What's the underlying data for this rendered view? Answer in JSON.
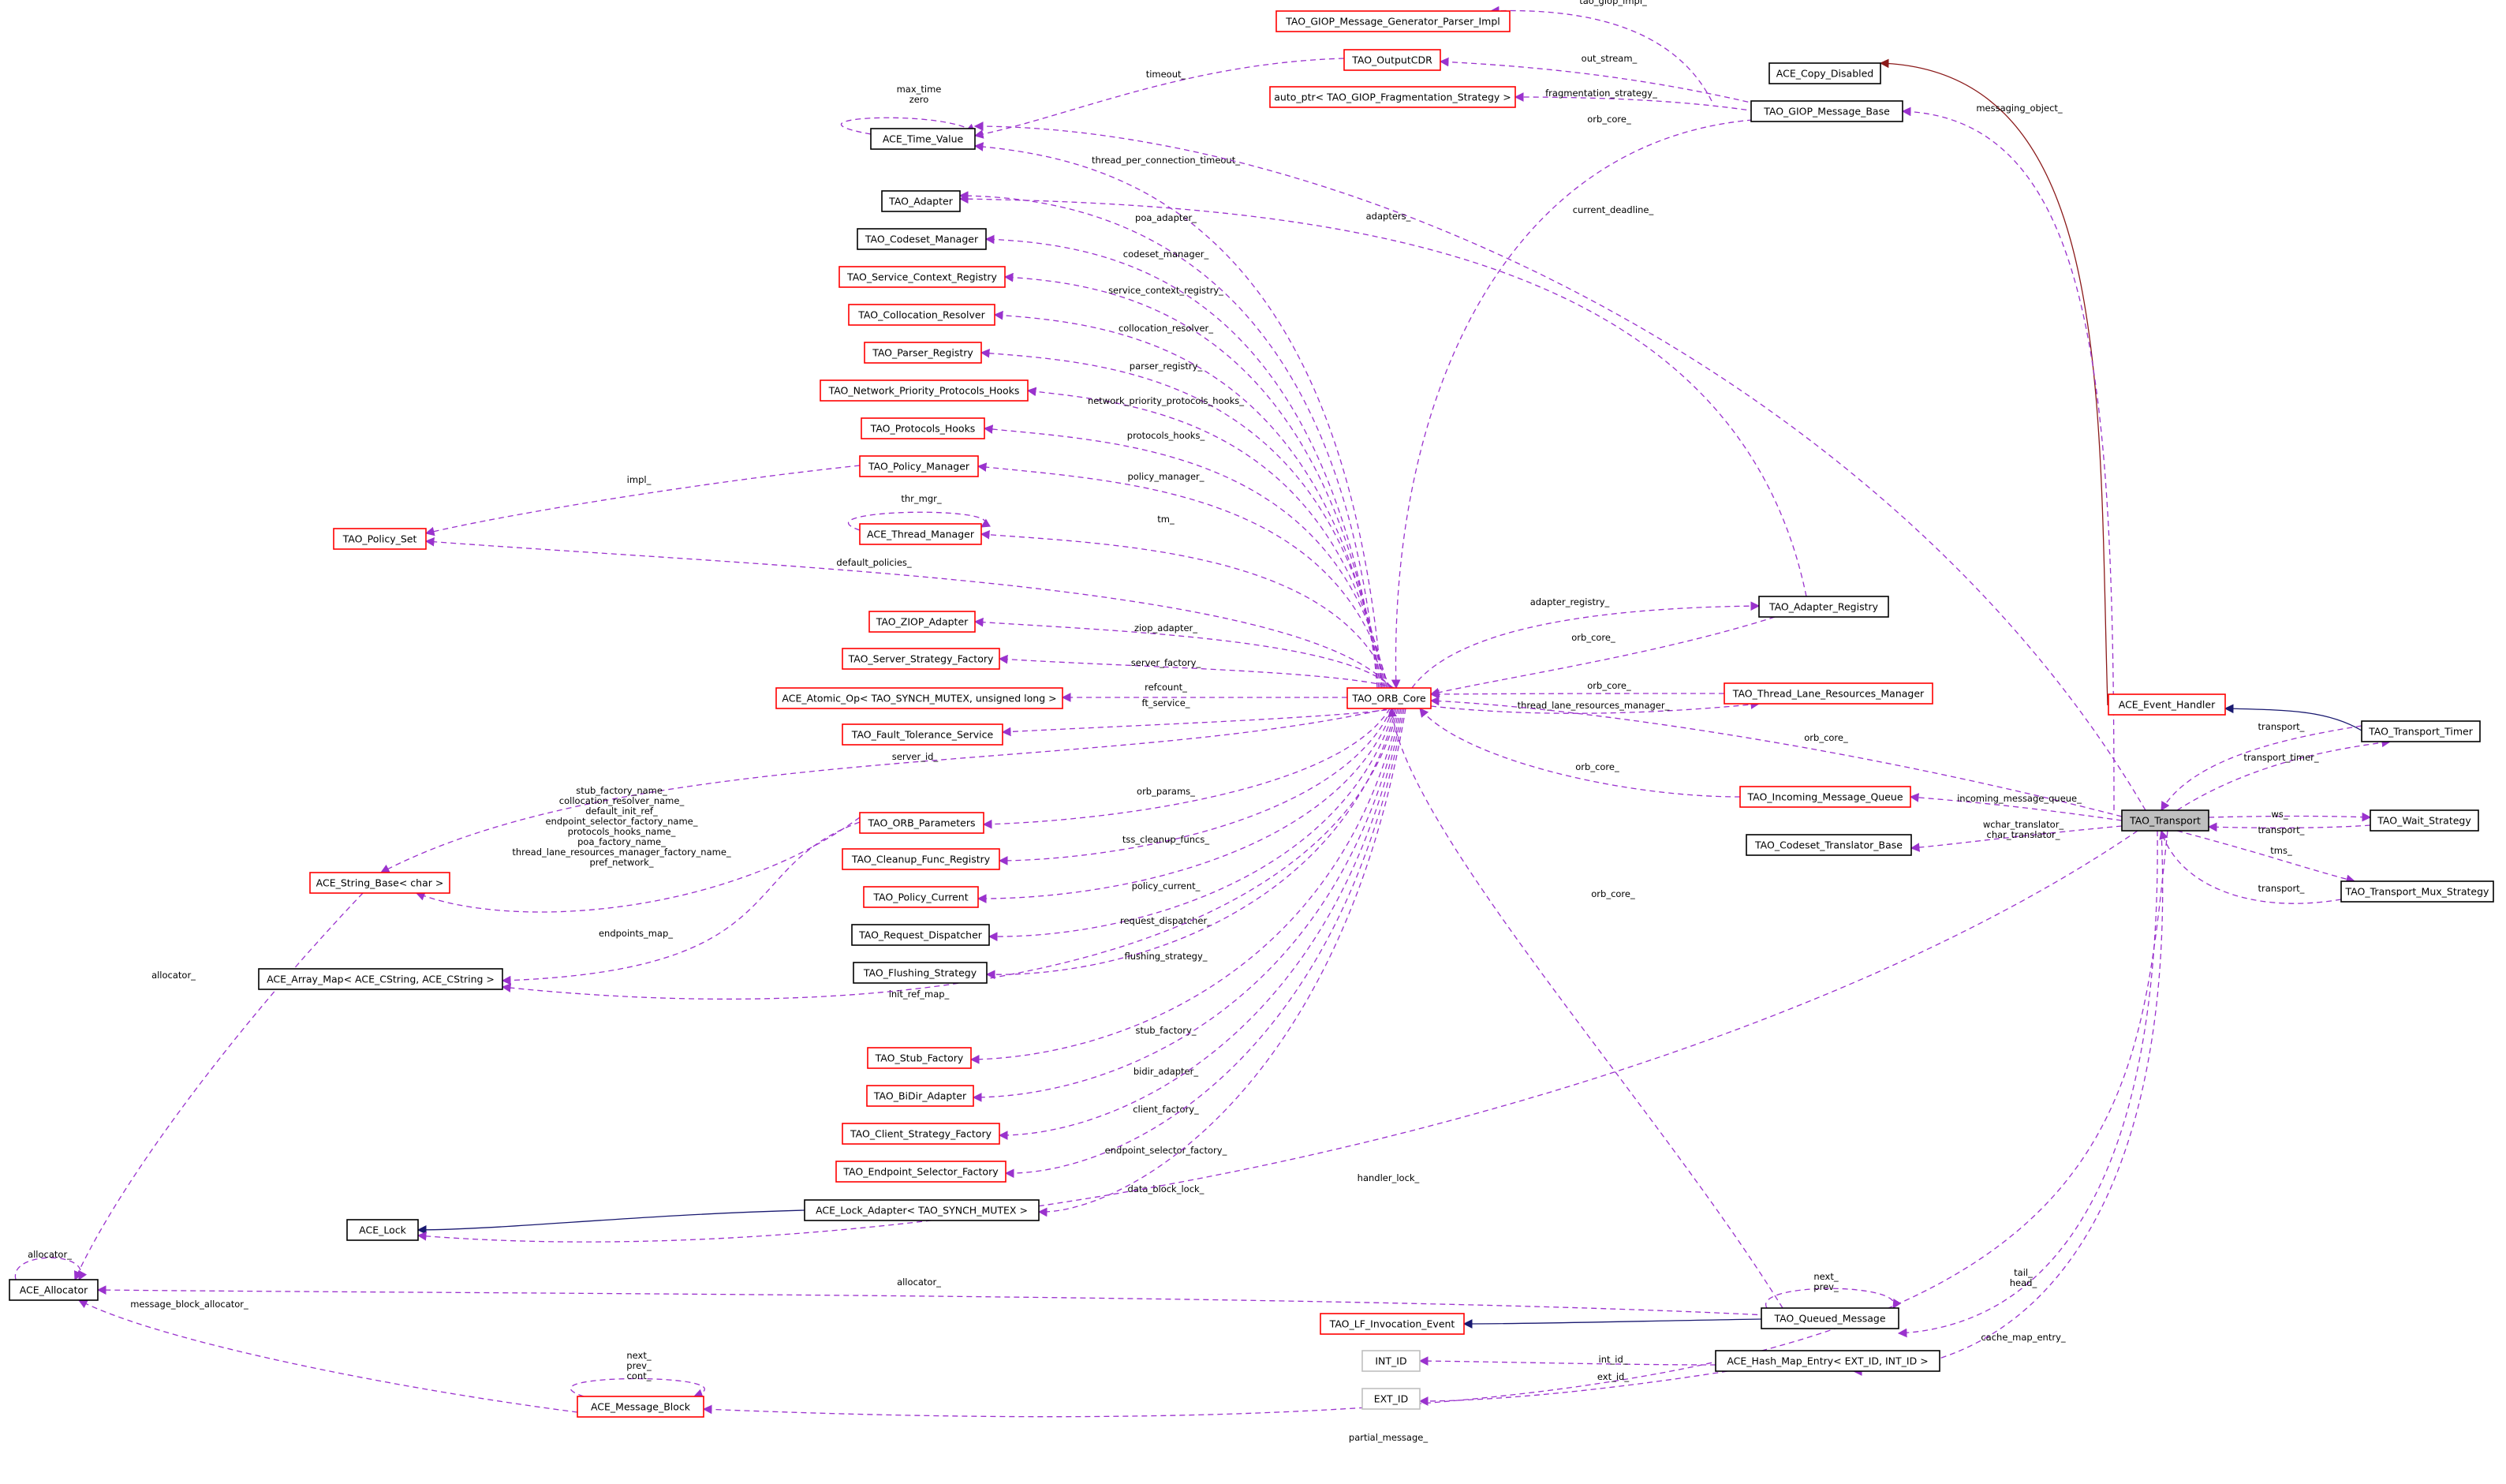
{
  "diagram": {
    "colors": {
      "border_normal": "#000000",
      "border_red": "#ff0000",
      "border_gray": "#bfbfbf",
      "highlight_fill": "#bfbfbf",
      "usage_edge": "#9a32cd",
      "inherit_edge": "#191970",
      "inherit_edge_red": "#8b1a1a"
    },
    "nodes": [
      {
        "id": "n_copy_disabled",
        "label": "ACE_Copy_Disabled",
        "border": "black"
      },
      {
        "id": "n_gen_parser",
        "label": "TAO_GIOP_Message_Generator_Parser_Impl",
        "border": "red"
      },
      {
        "id": "n_outputcdr",
        "label": "TAO_OutputCDR",
        "border": "red"
      },
      {
        "id": "n_auto_ptr",
        "label": "auto_ptr< TAO_GIOP_Fragmentation_Strategy >",
        "border": "red"
      },
      {
        "id": "n_msg_base",
        "label": "TAO_GIOP_Message_Base",
        "border": "black"
      },
      {
        "id": "n_time_value",
        "label": "ACE_Time_Value",
        "border": "black"
      },
      {
        "id": "n_adapter",
        "label": "TAO_Adapter",
        "border": "black"
      },
      {
        "id": "n_codeset_mgr",
        "label": "TAO_Codeset_Manager",
        "border": "black"
      },
      {
        "id": "n_svc_ctx",
        "label": "TAO_Service_Context_Registry",
        "border": "red"
      },
      {
        "id": "n_coll_res",
        "label": "TAO_Collocation_Resolver",
        "border": "red"
      },
      {
        "id": "n_parser_reg",
        "label": "TAO_Parser_Registry",
        "border": "red"
      },
      {
        "id": "n_net_prio",
        "label": "TAO_Network_Priority_Protocols_Hooks",
        "border": "red"
      },
      {
        "id": "n_proto_hooks",
        "label": "TAO_Protocols_Hooks",
        "border": "red"
      },
      {
        "id": "n_policy_mgr",
        "label": "TAO_Policy_Manager",
        "border": "red"
      },
      {
        "id": "n_policy_set",
        "label": "TAO_Policy_Set",
        "border": "red"
      },
      {
        "id": "n_thread_mgr",
        "label": "ACE_Thread_Manager",
        "border": "red"
      },
      {
        "id": "n_ziop",
        "label": "TAO_ZIOP_Adapter",
        "border": "red"
      },
      {
        "id": "n_srv_strat",
        "label": "TAO_Server_Strategy_Factory",
        "border": "red"
      },
      {
        "id": "n_atomic",
        "label": "ACE_Atomic_Op< TAO_SYNCH_MUTEX, unsigned long >",
        "border": "red"
      },
      {
        "id": "n_ft_svc",
        "label": "TAO_Fault_Tolerance_Service",
        "border": "red"
      },
      {
        "id": "n_orb_core",
        "label": "TAO_ORB_Core",
        "border": "red"
      },
      {
        "id": "n_adapter_reg",
        "label": "TAO_Adapter_Registry",
        "border": "black"
      },
      {
        "id": "n_thread_lane",
        "label": "TAO_Thread_Lane_Resources_Manager",
        "border": "red"
      },
      {
        "id": "n_event_handler",
        "label": "ACE_Event_Handler",
        "border": "red"
      },
      {
        "id": "n_transport_timer",
        "label": "TAO_Transport_Timer",
        "border": "black"
      },
      {
        "id": "n_incoming_q",
        "label": "TAO_Incoming_Message_Queue",
        "border": "red"
      },
      {
        "id": "n_transport",
        "label": "TAO_Transport",
        "border": "black",
        "highlight": true
      },
      {
        "id": "n_wait_strat",
        "label": "TAO_Wait_Strategy",
        "border": "black"
      },
      {
        "id": "n_codeset_trans",
        "label": "TAO_Codeset_Translator_Base",
        "border": "black"
      },
      {
        "id": "n_mux_strat",
        "label": "TAO_Transport_Mux_Strategy",
        "border": "black"
      },
      {
        "id": "n_string_base",
        "label": "ACE_String_Base< char >",
        "border": "red"
      },
      {
        "id": "n_orb_params",
        "label": "TAO_ORB_Parameters",
        "border": "red"
      },
      {
        "id": "n_cleanup",
        "label": "TAO_Cleanup_Func_Registry",
        "border": "red"
      },
      {
        "id": "n_policy_cur",
        "label": "TAO_Policy_Current",
        "border": "red"
      },
      {
        "id": "n_req_disp",
        "label": "TAO_Request_Dispatcher",
        "border": "black"
      },
      {
        "id": "n_array_map",
        "label": "ACE_Array_Map< ACE_CString, ACE_CString >",
        "border": "black"
      },
      {
        "id": "n_flush",
        "label": "TAO_Flushing_Strategy",
        "border": "black"
      },
      {
        "id": "n_stub_fac",
        "label": "TAO_Stub_Factory",
        "border": "red"
      },
      {
        "id": "n_bidir",
        "label": "TAO_BiDir_Adapter",
        "border": "red"
      },
      {
        "id": "n_client_strat",
        "label": "TAO_Client_Strategy_Factory",
        "border": "red"
      },
      {
        "id": "n_endpoint_sel",
        "label": "TAO_Endpoint_Selector_Factory",
        "border": "red"
      },
      {
        "id": "n_lock_adapter",
        "label": "ACE_Lock_Adapter< TAO_SYNCH_MUTEX >",
        "border": "black"
      },
      {
        "id": "n_lock",
        "label": "ACE_Lock",
        "border": "black"
      },
      {
        "id": "n_allocator",
        "label": "ACE_Allocator",
        "border": "black"
      },
      {
        "id": "n_queued_msg",
        "label": "TAO_Queued_Message",
        "border": "black"
      },
      {
        "id": "n_lf_event",
        "label": "TAO_LF_Invocation_Event",
        "border": "red"
      },
      {
        "id": "n_int_id",
        "label": "INT_ID",
        "border": "gray"
      },
      {
        "id": "n_hash_entry",
        "label": "ACE_Hash_Map_Entry< EXT_ID, INT_ID >",
        "border": "black"
      },
      {
        "id": "n_ext_id",
        "label": "EXT_ID",
        "border": "gray"
      },
      {
        "id": "n_msg_block",
        "label": "ACE_Message_Block",
        "border": "red"
      }
    ],
    "edges": [
      {
        "id": "e_tao_giop",
        "from": "n_msg_base",
        "to": "n_gen_parser",
        "kind": "usage",
        "label": "tao_giop_impl_"
      },
      {
        "id": "e_out_stream",
        "from": "n_msg_base",
        "to": "n_outputcdr",
        "kind": "usage",
        "label": "out_stream_"
      },
      {
        "id": "e_frag",
        "from": "n_msg_base",
        "to": "n_auto_ptr",
        "kind": "usage",
        "label": "fragmentation_strategy_"
      },
      {
        "id": "e_msgbase_orbcore",
        "from": "n_msg_base",
        "to": "n_orb_core",
        "kind": "usage",
        "label": "orb_core_"
      },
      {
        "id": "e_timeout",
        "from": "n_outputcdr",
        "to": "n_time_value",
        "kind": "usage",
        "label": "timeout_"
      },
      {
        "id": "e_maxtime",
        "from": "n_time_value",
        "to": "n_time_value",
        "kind": "usage",
        "label": "max_time\nzero"
      },
      {
        "id": "e_thread_per_conn",
        "from": "n_orb_core",
        "to": "n_time_value",
        "kind": "usage",
        "label": "thread_per_connection_timeout_"
      },
      {
        "id": "e_current_deadline",
        "from": "n_transport",
        "to": "n_time_value",
        "kind": "usage",
        "label": "current_deadline_"
      },
      {
        "id": "e_poa",
        "from": "n_orb_core",
        "to": "n_adapter",
        "kind": "usage",
        "label": "poa_adapter_"
      },
      {
        "id": "e_adapters",
        "from": "n_adapter_reg",
        "to": "n_adapter",
        "kind": "usage",
        "label": "adapters_"
      },
      {
        "id": "e_codeset",
        "from": "n_orb_core",
        "to": "n_codeset_mgr",
        "kind": "usage",
        "label": "codeset_manager_"
      },
      {
        "id": "e_svc_ctx",
        "from": "n_orb_core",
        "to": "n_svc_ctx",
        "kind": "usage",
        "label": "service_context_registry_"
      },
      {
        "id": "e_coll_res",
        "from": "n_orb_core",
        "to": "n_coll_res",
        "kind": "usage",
        "label": "collocation_resolver_"
      },
      {
        "id": "e_parser",
        "from": "n_orb_core",
        "to": "n_parser_reg",
        "kind": "usage",
        "label": "parser_registry_"
      },
      {
        "id": "e_net_prio",
        "from": "n_orb_core",
        "to": "n_net_prio",
        "kind": "usage",
        "label": "network_priority_protocols_hooks_"
      },
      {
        "id": "e_proto_hooks",
        "from": "n_orb_core",
        "to": "n_proto_hooks",
        "kind": "usage",
        "label": "protocols_hooks_"
      },
      {
        "id": "e_policy_mgr",
        "from": "n_orb_core",
        "to": "n_policy_mgr",
        "kind": "usage",
        "label": "policy_manager_"
      },
      {
        "id": "e_impl",
        "from": "n_policy_mgr",
        "to": "n_policy_set",
        "kind": "usage",
        "label": "impl_"
      },
      {
        "id": "e_thr_mgr",
        "from": "n_thread_mgr",
        "to": "n_thread_mgr",
        "kind": "usage",
        "label": "thr_mgr_"
      },
      {
        "id": "e_tm",
        "from": "n_orb_core",
        "to": "n_thread_mgr",
        "kind": "usage",
        "label": "tm_"
      },
      {
        "id": "e_default_policies",
        "from": "n_orb_core",
        "to": "n_policy_set",
        "kind": "usage",
        "label": "default_policies_"
      },
      {
        "id": "e_adapter_registry",
        "from": "n_orb_core",
        "to": "n_adapter_reg",
        "kind": "usage",
        "label": "adapter_registry_"
      },
      {
        "id": "e_adreg_orbcore",
        "from": "n_adapter_reg",
        "to": "n_orb_core",
        "kind": "usage",
        "label": "orb_core_"
      },
      {
        "id": "e_ziop",
        "from": "n_orb_core",
        "to": "n_ziop",
        "kind": "usage",
        "label": "ziop_adapter_"
      },
      {
        "id": "e_server_factory",
        "from": "n_orb_core",
        "to": "n_srv_strat",
        "kind": "usage",
        "label": "server_factory_"
      },
      {
        "id": "e_refcount",
        "from": "n_orb_core",
        "to": "n_atomic",
        "kind": "usage",
        "label": "refcount_"
      },
      {
        "id": "e_thread_lane_mgr",
        "from": "n_orb_core",
        "to": "n_thread_lane",
        "kind": "usage",
        "label": "thread_lane_resources_manager_"
      },
      {
        "id": "e_lane_orbcore",
        "from": "n_thread_lane",
        "to": "n_orb_core",
        "kind": "usage",
        "label": "orb_core_"
      },
      {
        "id": "e_ft",
        "from": "n_orb_core",
        "to": "n_ft_svc",
        "kind": "usage",
        "label": "ft_service_"
      },
      {
        "id": "e_server_id",
        "from": "n_orb_core",
        "to": "n_string_base",
        "kind": "usage",
        "label": "server_id_"
      },
      {
        "id": "e_orb_params",
        "from": "n_orb_core",
        "to": "n_orb_params",
        "kind": "usage",
        "label": "orb_params_"
      },
      {
        "id": "e_params_names",
        "from": "n_orb_params",
        "to": "n_string_base",
        "kind": "usage",
        "label": "stub_factory_name_\ncollocation_resolver_name_\ndefault_init_ref_\nendpoint_selector_factory_name_\nprotocols_hooks_name_\npoa_factory_name_\nthread_lane_resources_manager_factory_name_\npref_network_"
      },
      {
        "id": "e_endpoints_map",
        "from": "n_orb_params",
        "to": "n_array_map",
        "kind": "usage",
        "label": "endpoints_map_"
      },
      {
        "id": "e_tss",
        "from": "n_orb_core",
        "to": "n_cleanup",
        "kind": "usage",
        "label": "tss_cleanup_funcs_"
      },
      {
        "id": "e_policy_cur",
        "from": "n_orb_core",
        "to": "n_policy_cur",
        "kind": "usage",
        "label": "policy_current_"
      },
      {
        "id": "e_req_disp",
        "from": "n_orb_core",
        "to": "n_req_disp",
        "kind": "usage",
        "label": "request_dispatcher_"
      },
      {
        "id": "e_flush",
        "from": "n_orb_core",
        "to": "n_flush",
        "kind": "usage",
        "label": "flushing_strategy_"
      },
      {
        "id": "e_init_ref",
        "from": "n_orb_core",
        "to": "n_array_map",
        "kind": "usage",
        "label": "init_ref_map_"
      },
      {
        "id": "e_stub",
        "from": "n_orb_core",
        "to": "n_stub_fac",
        "kind": "usage",
        "label": "stub_factory_"
      },
      {
        "id": "e_bidir",
        "from": "n_orb_core",
        "to": "n_bidir",
        "kind": "usage",
        "label": "bidir_adapter_"
      },
      {
        "id": "e_client",
        "from": "n_orb_core",
        "to": "n_client_strat",
        "kind": "usage",
        "label": "client_factory_"
      },
      {
        "id": "e_endpoint_sel",
        "from": "n_orb_core",
        "to": "n_endpoint_sel",
        "kind": "usage",
        "label": "endpoint_selector_factory_"
      },
      {
        "id": "e_data_block_lock",
        "from": "n_orb_core",
        "to": "n_lock_adapter",
        "kind": "usage",
        "label": "data_block_lock_"
      },
      {
        "id": "e_lock_inherit",
        "from": "n_lock_adapter",
        "to": "n_lock",
        "kind": "inherit",
        "label": ""
      },
      {
        "id": "e_handler_lock",
        "from": "n_transport",
        "to": "n_lock",
        "kind": "usage",
        "label": "handler_lock_"
      },
      {
        "id": "e_alloc_self",
        "from": "n_allocator",
        "to": "n_allocator",
        "kind": "usage",
        "label": "allocator_"
      },
      {
        "id": "e_string_alloc",
        "from": "n_string_base",
        "to": "n_allocator",
        "kind": "usage",
        "label": "allocator_"
      },
      {
        "id": "e_qmsg_alloc",
        "from": "n_queued_msg",
        "to": "n_allocator",
        "kind": "usage",
        "label": "allocator_"
      },
      {
        "id": "e_mb_alloc",
        "from": "n_msg_block",
        "to": "n_allocator",
        "kind": "usage",
        "label": "message_block_allocator_"
      },
      {
        "id": "e_mb_self",
        "from": "n_msg_block",
        "to": "n_msg_block",
        "kind": "usage",
        "label": "next_\nprev_\ncont_"
      },
      {
        "id": "e_partial",
        "from": "n_transport",
        "to": "n_msg_block",
        "kind": "usage",
        "label": "partial_message_"
      },
      {
        "id": "e_copy_inherit",
        "from": "n_event_handler",
        "to": "n_copy_disabled",
        "kind": "inherit_red",
        "label": ""
      },
      {
        "id": "e_messaging_obj",
        "from": "n_transport",
        "to": "n_msg_base",
        "kind": "usage",
        "label": "messaging_object_"
      },
      {
        "id": "e_timer_inherit",
        "from": "n_transport_timer",
        "to": "n_event_handler",
        "kind": "inherit",
        "label": ""
      },
      {
        "id": "e_transport_timer",
        "from": "n_transport",
        "to": "n_transport_timer",
        "kind": "usage",
        "label": "transport_timer_"
      },
      {
        "id": "e_timer_transport",
        "from": "n_transport_timer",
        "to": "n_transport",
        "kind": "usage",
        "label": "transport_"
      },
      {
        "id": "e_trans_orbcore",
        "from": "n_transport",
        "to": "n_orb_core",
        "kind": "usage",
        "label": "orb_core_"
      },
      {
        "id": "e_incoming_orbcore",
        "from": "n_incoming_q",
        "to": "n_orb_core",
        "kind": "usage",
        "label": "orb_core_"
      },
      {
        "id": "e_incoming",
        "from": "n_transport",
        "to": "n_incoming_q",
        "kind": "usage",
        "label": "incoming_message_queue_"
      },
      {
        "id": "e_ws",
        "from": "n_transport",
        "to": "n_wait_strat",
        "kind": "usage",
        "label": "ws_"
      },
      {
        "id": "e_wait_transport",
        "from": "n_wait_strat",
        "to": "n_transport",
        "kind": "usage",
        "label": "transport_"
      },
      {
        "id": "e_translators",
        "from": "n_transport",
        "to": "n_codeset_trans",
        "kind": "usage",
        "label": "wchar_translator_\nchar_translator_"
      },
      {
        "id": "e_tms",
        "from": "n_transport",
        "to": "n_mux_strat",
        "kind": "usage",
        "label": "tms_"
      },
      {
        "id": "e_mux_transport",
        "from": "n_mux_strat",
        "to": "n_transport",
        "kind": "usage",
        "label": "transport_"
      },
      {
        "id": "e_qmsg_orbcore",
        "from": "n_queued_msg",
        "to": "n_orb_core",
        "kind": "usage",
        "label": "orb_core_"
      },
      {
        "id": "e_qmsg_self",
        "from": "n_queued_msg",
        "to": "n_queued_msg",
        "kind": "usage",
        "label": "next_\nprev_"
      },
      {
        "id": "e_qmsg_inherit",
        "from": "n_queued_msg",
        "to": "n_lf_event",
        "kind": "inherit",
        "label": ""
      },
      {
        "id": "e_tail_head",
        "from": "n_transport",
        "to": "n_queued_msg",
        "kind": "usage",
        "label": "tail_\nhead_"
      },
      {
        "id": "e_int_id",
        "from": "n_hash_entry",
        "to": "n_int_id",
        "kind": "usage",
        "label": "int_id_"
      },
      {
        "id": "e_ext_id",
        "from": "n_hash_entry",
        "to": "n_ext_id",
        "kind": "usage",
        "label": "ext_id_"
      },
      {
        "id": "e_cache_map",
        "from": "n_transport",
        "to": "n_hash_entry",
        "kind": "usage",
        "label": "cache_map_entry_"
      }
    ]
  }
}
